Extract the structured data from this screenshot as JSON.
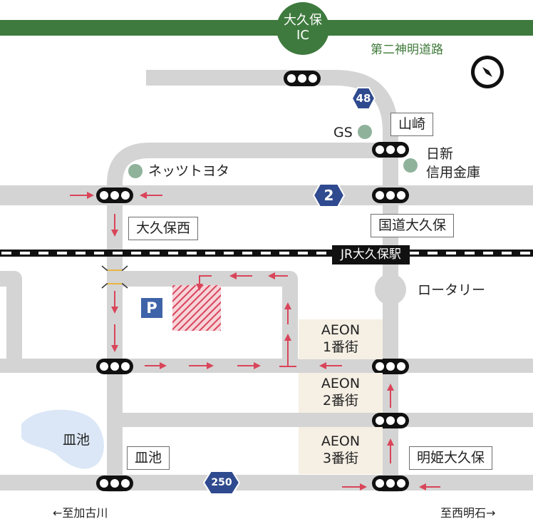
{
  "interchange": {
    "line1": "大久保",
    "line2": "IC"
  },
  "expressway_label": "第二神明道路",
  "route_shields": {
    "r48": "48",
    "r2": "2",
    "r250": "250"
  },
  "landmarks": {
    "gs": "GS",
    "nets_toyota": "ネッツトヨタ",
    "nissin_line1": "日新",
    "nissin_line2": "信用金庫",
    "rotary": "ロータリー",
    "pond": "皿池"
  },
  "intersections": {
    "yamasaki": "山崎",
    "okubo_nishi": "大久保西",
    "kokudo_okubo": "国道大久保",
    "saraike": "皿池",
    "akashi_okubo": "明姫大久保"
  },
  "station": "JR大久保駅",
  "aeon": [
    {
      "line1": "AEON",
      "line2": "1番街"
    },
    {
      "line1": "AEON",
      "line2": "2番街"
    },
    {
      "line1": "AEON",
      "line2": "3番街"
    }
  ],
  "parking_symbol": "P",
  "directions": {
    "left": "←至加古川",
    "right": "至西明石→"
  },
  "colors": {
    "expressway": "#3e7a3e",
    "road": "#d4d4d4",
    "arrow": "#d9455a",
    "dot": "#8fb29b",
    "pond": "#dbe7f6",
    "aeon_bg": "#f5efe4",
    "shield": "#2f4a8f"
  },
  "icons": {
    "compass": "compass-icon",
    "parking": "parking-icon"
  }
}
